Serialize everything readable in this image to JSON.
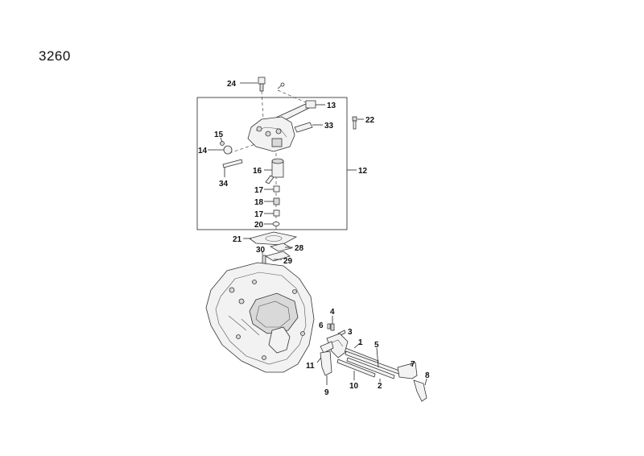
{
  "page_number": "3260",
  "callouts": {
    "c1": "1",
    "c2": "2",
    "c3": "3",
    "c4": "4",
    "c5": "5",
    "c6": "6",
    "c7": "7",
    "c8": "8",
    "c9": "9",
    "c10": "10",
    "c11": "11",
    "c12": "12",
    "c13": "13",
    "c14": "14",
    "c15": "15",
    "c16": "16",
    "c17a": "17",
    "c17b": "17",
    "c18": "18",
    "c20": "20",
    "c21": "21",
    "c22": "22",
    "c24": "24",
    "c28": "28",
    "c29": "29",
    "c30": "30",
    "c33": "33",
    "c34": "34"
  }
}
